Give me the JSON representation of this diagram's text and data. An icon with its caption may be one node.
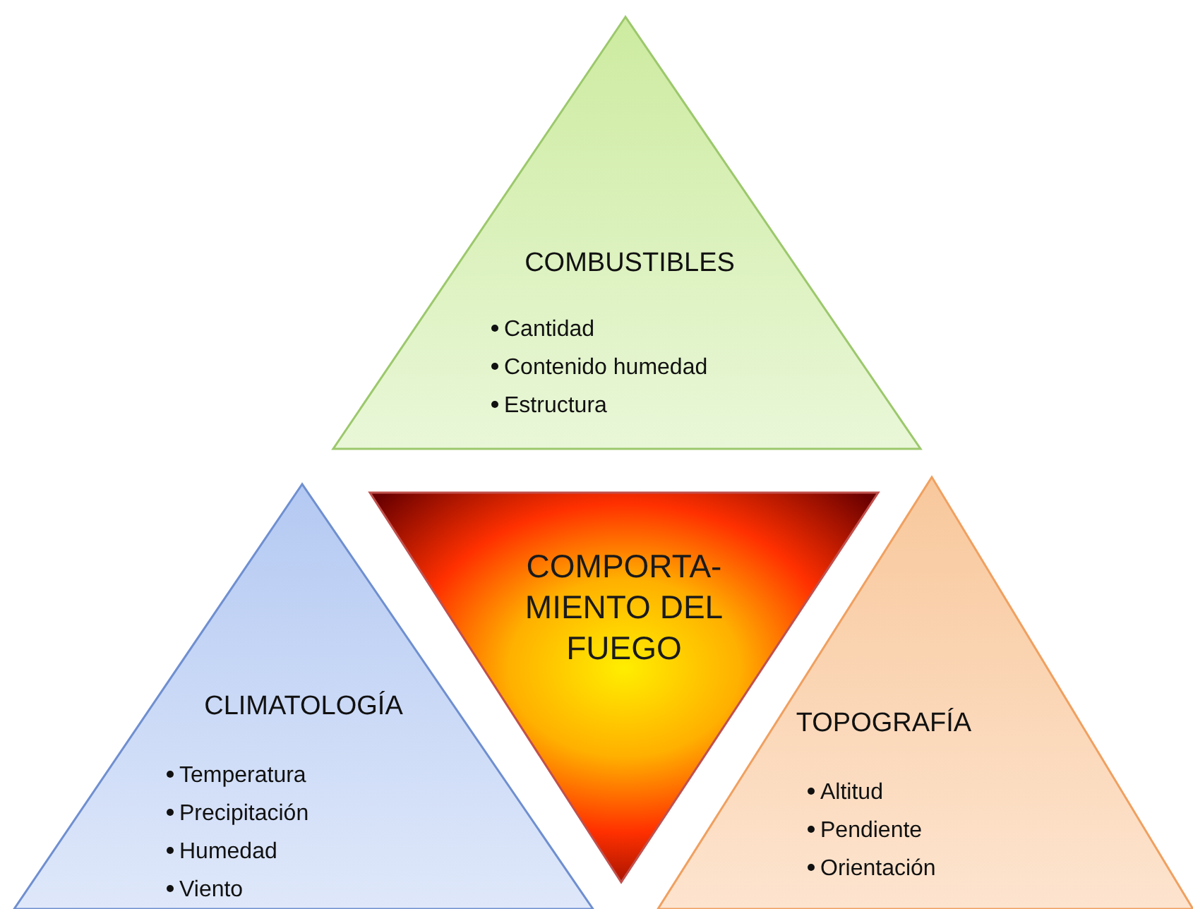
{
  "diagram": {
    "nodes": [
      {
        "text": [
          "COMBUSTIBLES",
          "Cantidad",
          "Contenido humedad",
          "Estructura"
        ]
      },
      {
        "text": [
          "COMPORTA- MIENTO DEL FUEGO"
        ]
      },
      {
        "text": [
          "CLIMATOLOGÍA",
          "Temperatura",
          "Precipitación",
          "Humedad",
          "Viento"
        ]
      },
      {
        "text": [
          "TOPOGRAFÍA",
          "Altitud",
          "Pendiente",
          "Orientación"
        ]
      }
    ]
  }
}
